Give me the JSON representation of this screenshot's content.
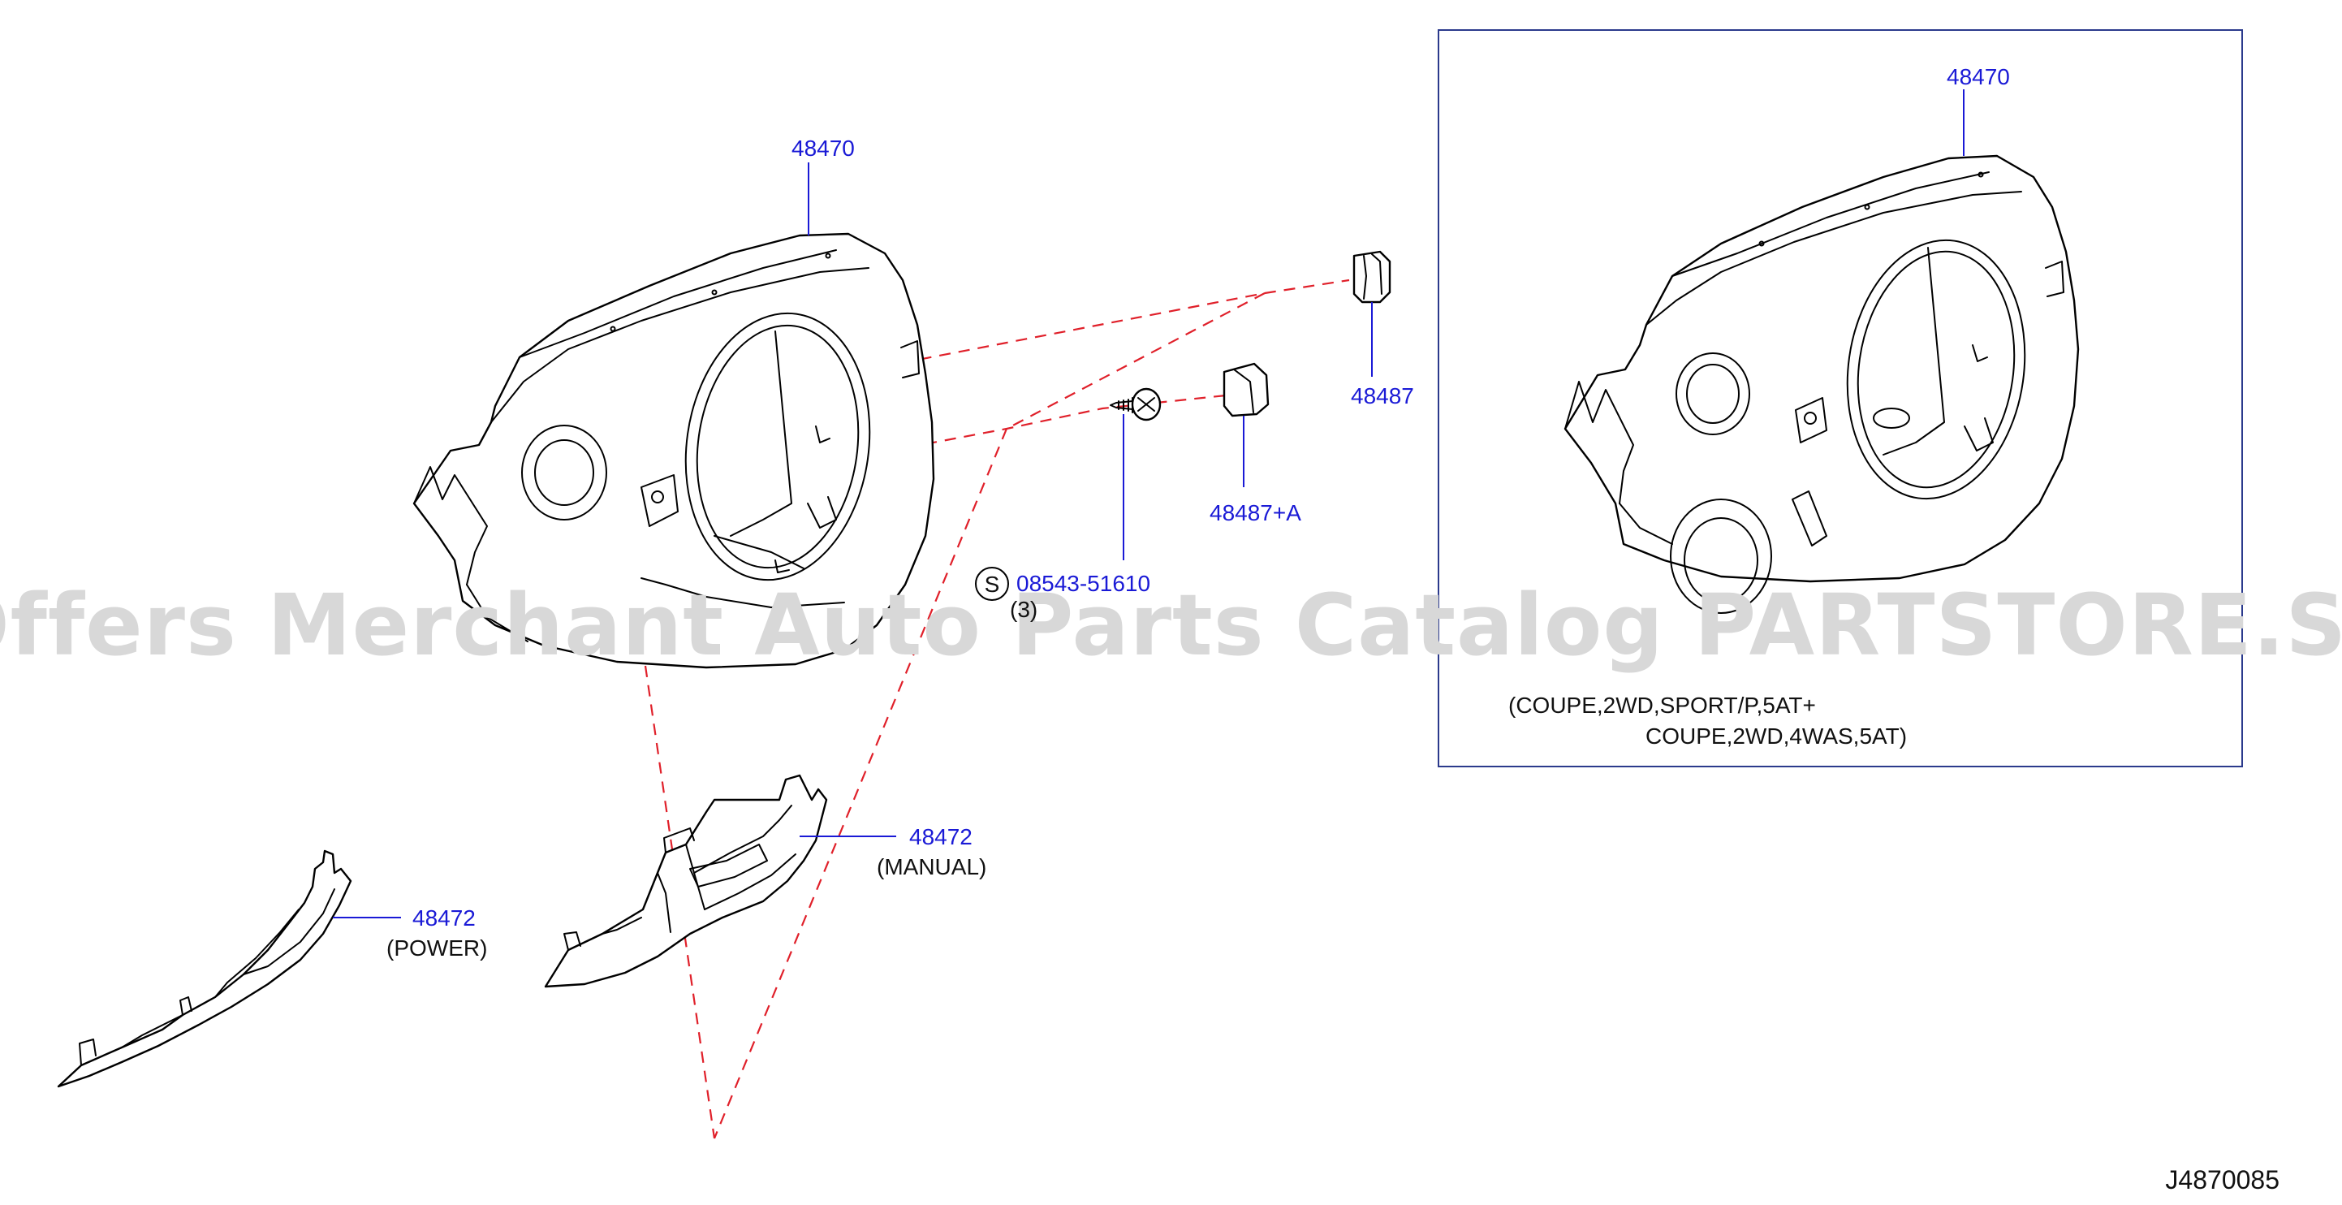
{
  "diagram": {
    "parts": {
      "cover_upper": "48470",
      "cover_upper_variant": "48470",
      "clip_a": "48487",
      "clip_b": "48487+A",
      "screw_symbol": "S",
      "screw": "08543-51610",
      "screw_qty": "(3)",
      "cover_lower_manual": "48472",
      "cover_lower_manual_note": "(MANUAL)",
      "cover_lower_power": "48472",
      "cover_lower_power_note": "(POWER)"
    },
    "variant_note_line1": "(COUPE,2WD,SPORT/P,5AT+",
    "variant_note_line2": "COUPE,2WD,4WAS,5AT)",
    "watermark": "Offers Merchant Auto Parts Catalog PARTSTORE.SA",
    "diagram_code": "J4870085",
    "colors": {
      "part_number": "#1a1ad6",
      "dashed_line": "#e0202a",
      "watermark": "#d8d8d8",
      "outline": "#000000"
    }
  }
}
